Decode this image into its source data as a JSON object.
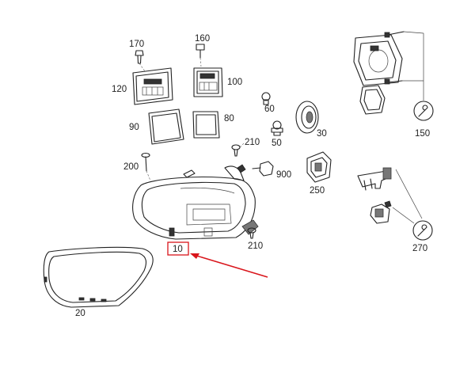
{
  "labels": {
    "p10": "10",
    "p20": "20",
    "p30": "30",
    "p50": "50",
    "p60": "60",
    "p80": "80",
    "p90": "90",
    "p100": "100",
    "p120": "120",
    "p150": "150",
    "p160": "160",
    "p170": "170",
    "p200": "200",
    "p210a": "210",
    "p210b": "210",
    "p250": "250",
    "p270": "270",
    "p900": "900"
  },
  "colors": {
    "highlight": "#d9151b",
    "line": "#222222"
  },
  "icons": {
    "tool_150": "wrench-icon",
    "tool_270": "wrench-icon"
  }
}
